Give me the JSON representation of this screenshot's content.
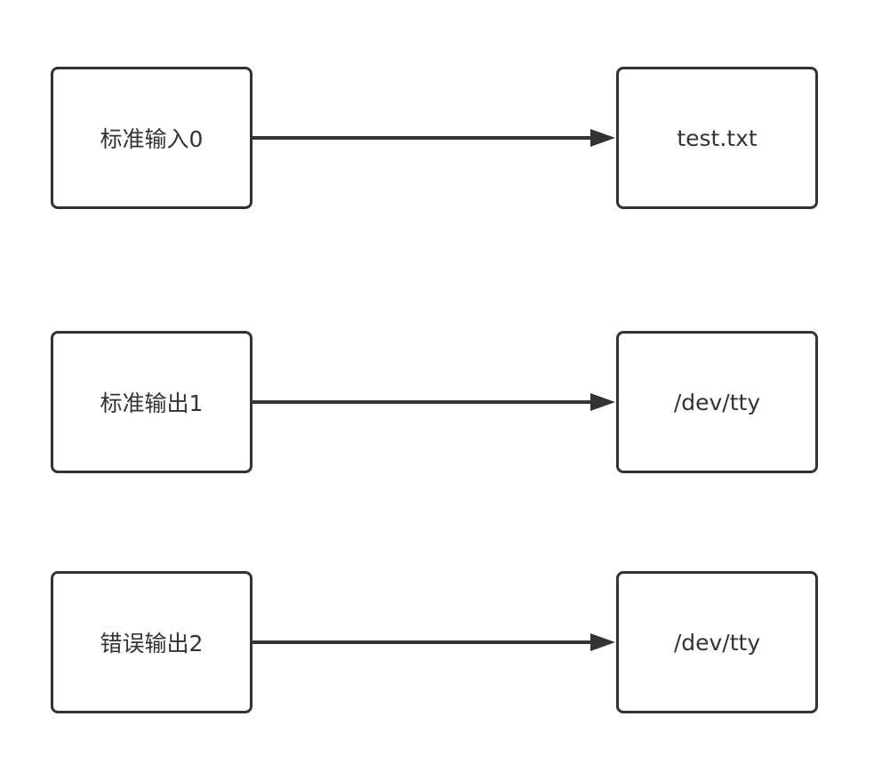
{
  "diagram": {
    "rows": [
      {
        "source": "标准输入0",
        "target": "test.txt"
      },
      {
        "source": "标准输出1",
        "target": "/dev/tty"
      },
      {
        "source": "错误输出2",
        "target": "/dev/tty"
      }
    ]
  },
  "colors": {
    "stroke": "#333333",
    "background": "#ffffff"
  }
}
